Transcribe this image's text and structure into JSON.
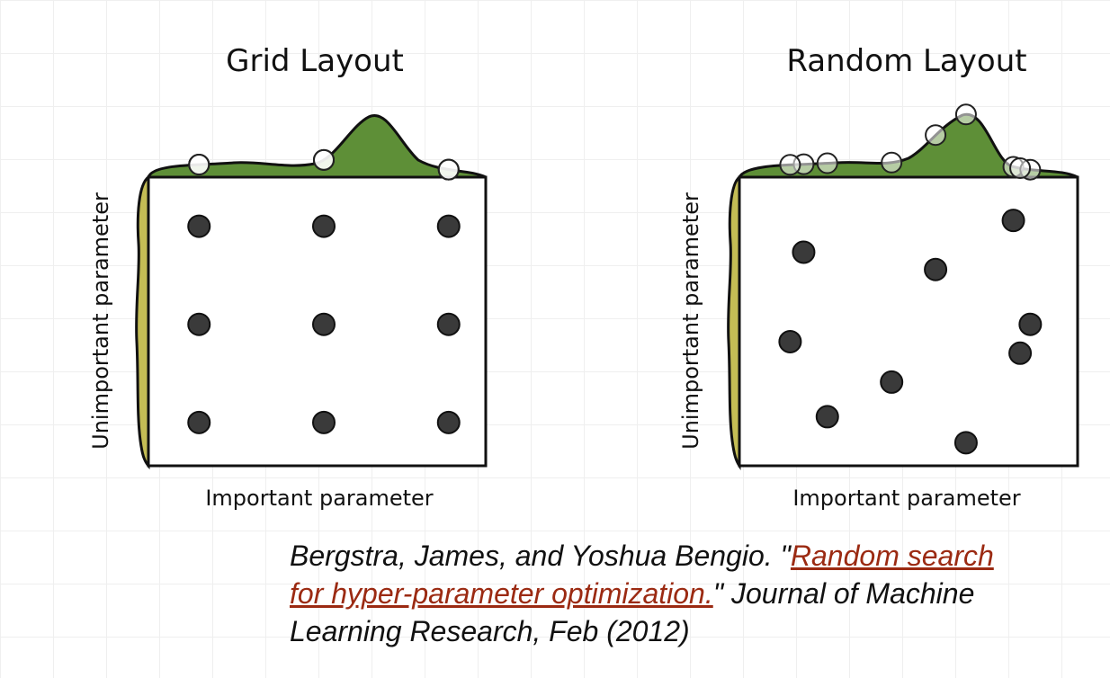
{
  "panels": [
    {
      "title": "Grid Layout",
      "xlabel": "Important parameter",
      "ylabel": "Unimportant parameter",
      "points": [
        [
          0.15,
          0.83
        ],
        [
          0.52,
          0.83
        ],
        [
          0.89,
          0.83
        ],
        [
          0.15,
          0.49
        ],
        [
          0.52,
          0.49
        ],
        [
          0.89,
          0.49
        ],
        [
          0.15,
          0.15
        ],
        [
          0.52,
          0.15
        ],
        [
          0.89,
          0.15
        ]
      ]
    },
    {
      "title": "Random Layout",
      "xlabel": "Important parameter",
      "ylabel": "Unimportant parameter",
      "points": [
        [
          0.81,
          0.85
        ],
        [
          0.19,
          0.74
        ],
        [
          0.58,
          0.68
        ],
        [
          0.86,
          0.49
        ],
        [
          0.15,
          0.43
        ],
        [
          0.83,
          0.39
        ],
        [
          0.45,
          0.29
        ],
        [
          0.26,
          0.17
        ],
        [
          0.67,
          0.08
        ]
      ]
    }
  ],
  "caption": {
    "before": "Bergstra, James, and Yoshua Bengio. \"",
    "link_text": "Random search for hyper-parameter optimization.",
    "after": "\" Journal of Machine Learning Research, Feb (2012)"
  },
  "colors": {
    "top_density": "#5e8f37",
    "side_density": "#c4bd55",
    "point": "#3a3a3a",
    "link": "#9b2a12"
  }
}
